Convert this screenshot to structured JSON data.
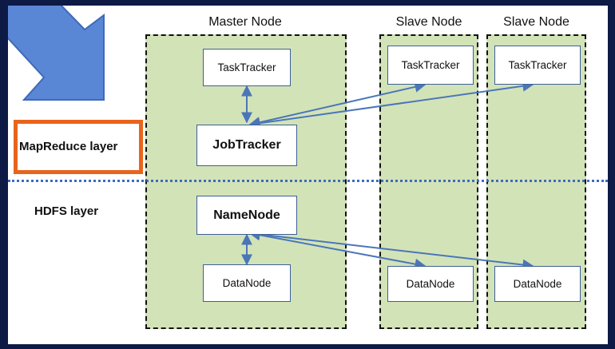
{
  "columns": {
    "master_title": "Master Node",
    "slave1_title": "Slave Node",
    "slave2_title": "Slave Node"
  },
  "layers": {
    "mapreduce": "MapReduce layer",
    "hdfs": "HDFS layer"
  },
  "nodes": {
    "master_tasktracker": "TaskTracker",
    "jobtracker": "JobTracker",
    "namenode": "NameNode",
    "master_datanode": "DataNode",
    "slave1_tasktracker": "TaskTracker",
    "slave1_datanode": "DataNode",
    "slave2_tasktracker": "TaskTracker",
    "slave2_datanode": "DataNode"
  },
  "colors": {
    "node_fill": "#d3e3b8",
    "highlight": "#e8641c",
    "arrow": "#4a76b8",
    "divider": "#3a6cc0",
    "frame": "#0d1a45"
  },
  "decor": {
    "corner_arrow_icon": "down-right-arrow-icon"
  }
}
